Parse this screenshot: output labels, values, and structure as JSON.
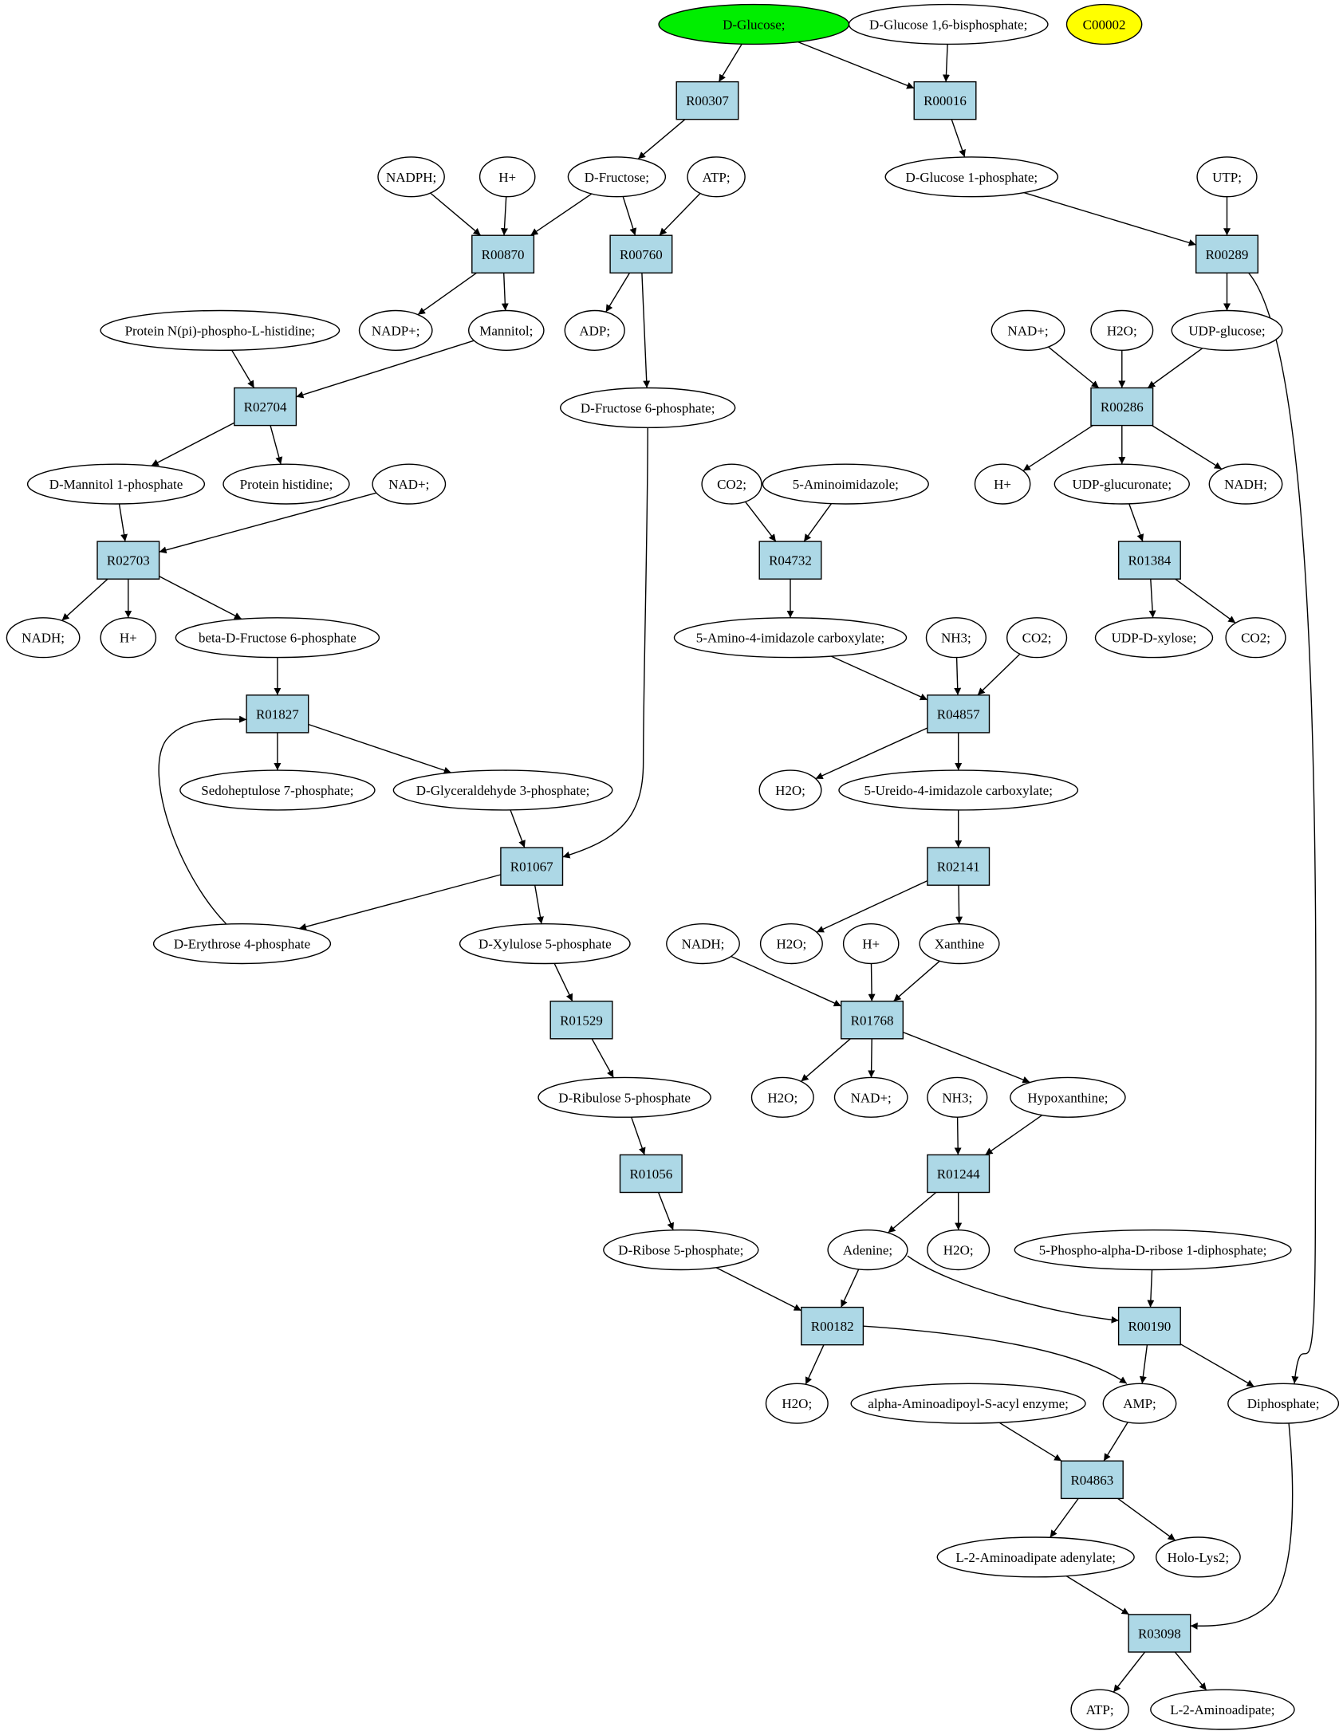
{
  "colors": {
    "compound_fill": "#ffffff",
    "reaction_fill": "#add8e6",
    "glucose_highlight": "#00ee00",
    "c00002_highlight": "#ffff00"
  },
  "compounds": [
    {
      "id": "glucose",
      "label": "D-Glucose;",
      "highlight": "glucose_highlight"
    },
    {
      "id": "g16bp",
      "label": "D-Glucose 1,6-bisphosphate;"
    },
    {
      "id": "c00002",
      "label": "C00002",
      "highlight": "c00002_highlight"
    },
    {
      "id": "nadph",
      "label": "NADPH;"
    },
    {
      "id": "hplus1",
      "label": "H+"
    },
    {
      "id": "fructose",
      "label": "D-Fructose;"
    },
    {
      "id": "atp1",
      "label": "ATP;"
    },
    {
      "id": "g1p",
      "label": "D-Glucose 1-phosphate;"
    },
    {
      "id": "utp",
      "label": "UTP;"
    },
    {
      "id": "protnph",
      "label": "Protein N(pi)-phospho-L-histidine;"
    },
    {
      "id": "nadp",
      "label": "NADP+;"
    },
    {
      "id": "mannitol",
      "label": "Mannitol;"
    },
    {
      "id": "adp",
      "label": "ADP;"
    },
    {
      "id": "nadplus1",
      "label": "NAD+;"
    },
    {
      "id": "h2o1",
      "label": "H2O;"
    },
    {
      "id": "udpglc",
      "label": "UDP-glucose;"
    },
    {
      "id": "f6p",
      "label": "D-Fructose 6-phosphate;"
    },
    {
      "id": "m1p",
      "label": "D-Mannitol 1-phosphate"
    },
    {
      "id": "prothis",
      "label": "Protein histidine;"
    },
    {
      "id": "nadplus2",
      "label": "NAD+;"
    },
    {
      "id": "co2a",
      "label": "CO2;"
    },
    {
      "id": "aminoimid",
      "label": "5-Aminoimidazole;"
    },
    {
      "id": "hplus2",
      "label": "H+"
    },
    {
      "id": "udpgluc",
      "label": "UDP-glucuronate;"
    },
    {
      "id": "nadh1",
      "label": "NADH;"
    },
    {
      "id": "nadh2",
      "label": "NADH;"
    },
    {
      "id": "hplus3",
      "label": "H+"
    },
    {
      "id": "bf6p",
      "label": "beta-D-Fructose 6-phosphate"
    },
    {
      "id": "aic",
      "label": "5-Amino-4-imidazole carboxylate;"
    },
    {
      "id": "nh3a",
      "label": "NH3;"
    },
    {
      "id": "co2b",
      "label": "CO2;"
    },
    {
      "id": "udpxyl",
      "label": "UDP-D-xylose;"
    },
    {
      "id": "co2c",
      "label": "CO2;"
    },
    {
      "id": "s7p",
      "label": "Sedoheptulose 7-phosphate;"
    },
    {
      "id": "g3p",
      "label": "D-Glyceraldehyde 3-phosphate;"
    },
    {
      "id": "h2o2",
      "label": "H2O;"
    },
    {
      "id": "uic",
      "label": "5-Ureido-4-imidazole carboxylate;"
    },
    {
      "id": "e4p",
      "label": "D-Erythrose 4-phosphate"
    },
    {
      "id": "x5p",
      "label": "D-Xylulose 5-phosphate"
    },
    {
      "id": "nadh3",
      "label": "NADH;"
    },
    {
      "id": "h2o3",
      "label": "H2O;"
    },
    {
      "id": "hplus4",
      "label": "H+"
    },
    {
      "id": "xanthine",
      "label": "Xanthine"
    },
    {
      "id": "h2o4",
      "label": "H2O;"
    },
    {
      "id": "nadplus3",
      "label": "NAD+;"
    },
    {
      "id": "nh3b",
      "label": "NH3;"
    },
    {
      "id": "hypox",
      "label": "Hypoxanthine;"
    },
    {
      "id": "ru5p",
      "label": "D-Ribulose 5-phosphate"
    },
    {
      "id": "r5p",
      "label": "D-Ribose 5-phosphate;"
    },
    {
      "id": "adenine",
      "label": "Adenine;"
    },
    {
      "id": "h2o5",
      "label": "H2O;"
    },
    {
      "id": "prpp",
      "label": "5-Phospho-alpha-D-ribose 1-diphosphate;"
    },
    {
      "id": "h2o6",
      "label": "H2O;"
    },
    {
      "id": "aasacyl",
      "label": "alpha-Aminoadipoyl-S-acyl enzyme;"
    },
    {
      "id": "amp",
      "label": "AMP;"
    },
    {
      "id": "diphos",
      "label": "Diphosphate;"
    },
    {
      "id": "l2aaad",
      "label": "L-2-Aminoadipate adenylate;"
    },
    {
      "id": "hololys2",
      "label": "Holo-Lys2;"
    },
    {
      "id": "atp2",
      "label": "ATP;"
    },
    {
      "id": "l2aa",
      "label": "L-2-Aminoadipate;"
    }
  ],
  "reactions": [
    {
      "id": "R00307",
      "label": "R00307"
    },
    {
      "id": "R00016",
      "label": "R00016"
    },
    {
      "id": "R00870",
      "label": "R00870"
    },
    {
      "id": "R00760",
      "label": "R00760"
    },
    {
      "id": "R00289",
      "label": "R00289"
    },
    {
      "id": "R02704",
      "label": "R02704"
    },
    {
      "id": "R00286",
      "label": "R00286"
    },
    {
      "id": "R02703",
      "label": "R02703"
    },
    {
      "id": "R04732",
      "label": "R04732"
    },
    {
      "id": "R01384",
      "label": "R01384"
    },
    {
      "id": "R01827",
      "label": "R01827"
    },
    {
      "id": "R04857",
      "label": "R04857"
    },
    {
      "id": "R01067",
      "label": "R01067"
    },
    {
      "id": "R02141",
      "label": "R02141"
    },
    {
      "id": "R01529",
      "label": "R01529"
    },
    {
      "id": "R01768",
      "label": "R01768"
    },
    {
      "id": "R01056",
      "label": "R01056"
    },
    {
      "id": "R01244",
      "label": "R01244"
    },
    {
      "id": "R00182",
      "label": "R00182"
    },
    {
      "id": "R00190",
      "label": "R00190"
    },
    {
      "id": "R04863",
      "label": "R04863"
    },
    {
      "id": "R03098",
      "label": "R03098"
    }
  ],
  "edges": [
    [
      "glucose",
      "R00307"
    ],
    [
      "glucose",
      "R00016"
    ],
    [
      "g16bp",
      "R00016"
    ],
    [
      "R00307",
      "fructose"
    ],
    [
      "R00016",
      "g1p"
    ],
    [
      "nadph",
      "R00870"
    ],
    [
      "hplus1",
      "R00870"
    ],
    [
      "fructose",
      "R00870"
    ],
    [
      "fructose",
      "R00760"
    ],
    [
      "atp1",
      "R00760"
    ],
    [
      "g1p",
      "R00289"
    ],
    [
      "utp",
      "R00289"
    ],
    [
      "R00870",
      "nadp"
    ],
    [
      "R00870",
      "mannitol"
    ],
    [
      "R00760",
      "adp"
    ],
    [
      "R00760",
      "f6p"
    ],
    [
      "R00289",
      "udpglc"
    ],
    [
      "R00289",
      "diphos"
    ],
    [
      "protnph",
      "R02704"
    ],
    [
      "mannitol",
      "R02704"
    ],
    [
      "nadplus1",
      "R00286"
    ],
    [
      "h2o1",
      "R00286"
    ],
    [
      "udpglc",
      "R00286"
    ],
    [
      "R02704",
      "m1p"
    ],
    [
      "R02704",
      "prothis"
    ],
    [
      "R00286",
      "hplus2"
    ],
    [
      "R00286",
      "udpgluc"
    ],
    [
      "R00286",
      "nadh1"
    ],
    [
      "m1p",
      "R02703"
    ],
    [
      "nadplus2",
      "R02703"
    ],
    [
      "co2a",
      "R04732"
    ],
    [
      "aminoimid",
      "R04732"
    ],
    [
      "udpgluc",
      "R01384"
    ],
    [
      "R02703",
      "nadh2"
    ],
    [
      "R02703",
      "hplus3"
    ],
    [
      "R02703",
      "bf6p"
    ],
    [
      "R04732",
      "aic"
    ],
    [
      "R01384",
      "udpxyl"
    ],
    [
      "R01384",
      "co2c"
    ],
    [
      "bf6p",
      "R01827"
    ],
    [
      "e4p",
      "R01827"
    ],
    [
      "aic",
      "R04857"
    ],
    [
      "nh3a",
      "R04857"
    ],
    [
      "co2b",
      "R04857"
    ],
    [
      "R01827",
      "s7p"
    ],
    [
      "R01827",
      "g3p"
    ],
    [
      "R04857",
      "h2o2"
    ],
    [
      "R04857",
      "uic"
    ],
    [
      "g3p",
      "R01067"
    ],
    [
      "f6p",
      "R01067"
    ],
    [
      "uic",
      "R02141"
    ],
    [
      "R01067",
      "e4p"
    ],
    [
      "R01067",
      "x5p"
    ],
    [
      "R02141",
      "h2o3"
    ],
    [
      "R02141",
      "xanthine"
    ],
    [
      "x5p",
      "R01529"
    ],
    [
      "nadh3",
      "R01768"
    ],
    [
      "hplus4",
      "R01768"
    ],
    [
      "xanthine",
      "R01768"
    ],
    [
      "R01529",
      "ru5p"
    ],
    [
      "R01768",
      "h2o4"
    ],
    [
      "R01768",
      "nadplus3"
    ],
    [
      "R01768",
      "hypox"
    ],
    [
      "ru5p",
      "R01056"
    ],
    [
      "nh3b",
      "R01244"
    ],
    [
      "hypox",
      "R01244"
    ],
    [
      "R01056",
      "r5p"
    ],
    [
      "R01244",
      "adenine"
    ],
    [
      "R01244",
      "h2o5"
    ],
    [
      "r5p",
      "R00182"
    ],
    [
      "adenine",
      "R00182"
    ],
    [
      "adenine",
      "R00190"
    ],
    [
      "prpp",
      "R00190"
    ],
    [
      "R00182",
      "h2o6"
    ],
    [
      "R00182",
      "amp"
    ],
    [
      "R00190",
      "amp"
    ],
    [
      "R00190",
      "diphos"
    ],
    [
      "aasacyl",
      "R04863"
    ],
    [
      "amp",
      "R04863"
    ],
    [
      "R04863",
      "l2aaad"
    ],
    [
      "R04863",
      "hololys2"
    ],
    [
      "l2aaad",
      "R03098"
    ],
    [
      "diphos",
      "R03098"
    ],
    [
      "R03098",
      "atp2"
    ],
    [
      "R03098",
      "l2aa"
    ]
  ]
}
